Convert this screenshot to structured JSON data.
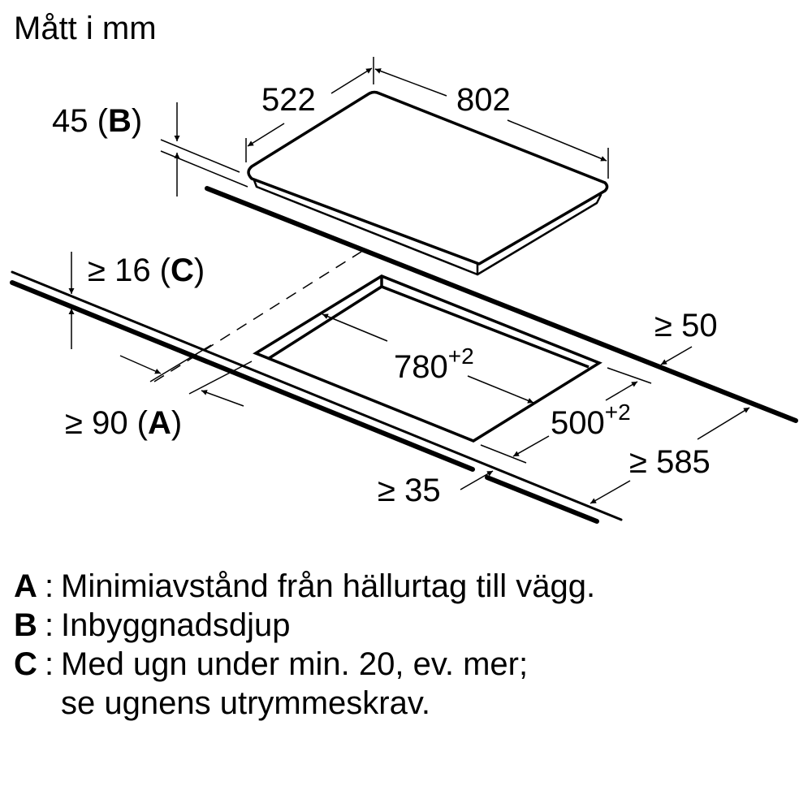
{
  "title": "Mått i mm",
  "dimensions": {
    "hob_depth": "522",
    "hob_width": "802",
    "build_depth_value": "45 (",
    "build_depth_key": "B",
    "build_depth_close": ")",
    "worktop_thickness_prefix": "≥ 16 (",
    "worktop_thickness_key": "C",
    "worktop_thickness_close": ")",
    "wall_distance_prefix": "≥ 90 (",
    "wall_distance_key": "A",
    "wall_distance_close": ")",
    "cutout_width": "780",
    "cutout_width_tol": "+2",
    "cutout_depth": "500",
    "cutout_depth_tol": "+2",
    "rear_clearance": "≥ 50",
    "worktop_depth": "≥ 585",
    "front_clearance": "≥ 35"
  },
  "legend": [
    {
      "key": "A",
      "text": "Minimiavstånd från hällurtag till vägg."
    },
    {
      "key": "B",
      "text": "Inbyggnadsdjup"
    },
    {
      "key": "C",
      "text": "Med ugn under min. 20, ev. mer;",
      "continuation": "se ugnens utrymmeskrav."
    }
  ],
  "colors": {
    "line": "#000000",
    "background": "#ffffff"
  }
}
